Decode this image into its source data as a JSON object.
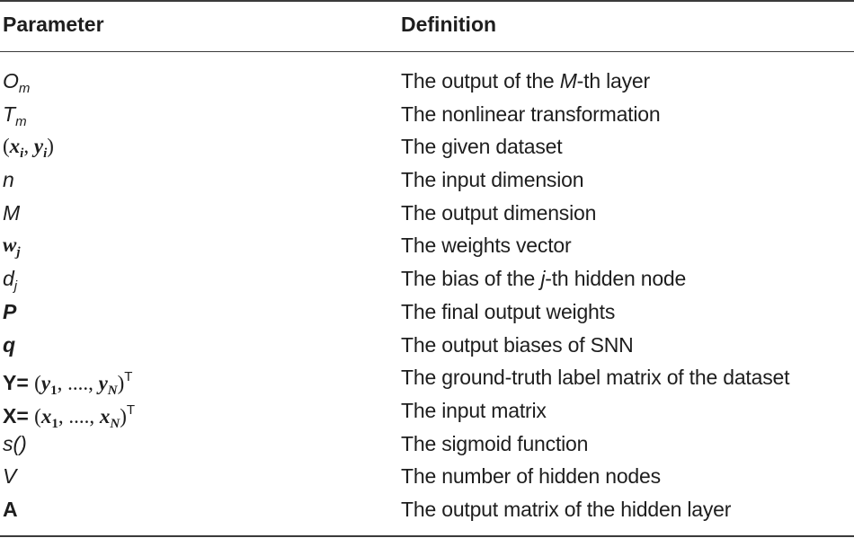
{
  "table": {
    "headers": {
      "parameter": "Parameter",
      "definition": "Definition"
    },
    "rows": [
      {
        "param_main": "O",
        "param_sub": "m",
        "definition": "The output of the M-th layer",
        "def_pre": "The output of the ",
        "def_it": "M",
        "def_post": "-th layer"
      },
      {
        "param_main": "T",
        "param_sub": "m",
        "definition": "The nonlinear transformation"
      },
      {
        "param": "(xi, yi)",
        "param_open": "(",
        "param_x": "x",
        "param_xs": "i",
        "param_comma": ", ",
        "param_y": "y",
        "param_ys": "i",
        "param_close": ")",
        "definition": "The given dataset"
      },
      {
        "param": "n",
        "definition": "The input dimension"
      },
      {
        "param": "M",
        "definition": "The output dimension"
      },
      {
        "param_main": "w",
        "param_sub": "j",
        "definition": "The weights vector"
      },
      {
        "param_main": "d",
        "param_sub": "j",
        "definition": "The bias of the j-th hidden node",
        "def_pre": "The bias of the ",
        "def_it": "j",
        "def_post": "-th hidden node"
      },
      {
        "param": "P",
        "definition": "The final output weights"
      },
      {
        "param": "q",
        "definition": "The output biases of SNN"
      },
      {
        "param_lead": "Y= ",
        "param_open": "(",
        "param_a": "y",
        "param_as": "1",
        "param_mid": ", ...., ",
        "param_b": "y",
        "param_bs": "N",
        "param_close": ")",
        "param_sup": "T",
        "definition": "The ground-truth label matrix of the dataset"
      },
      {
        "param_lead": "X= ",
        "param_open": "(",
        "param_a": "x",
        "param_as": "1",
        "param_mid": ", ...., ",
        "param_b": "x",
        "param_bs": "N",
        "param_close": ")",
        "param_sup": "T",
        "definition": "The input matrix"
      },
      {
        "param": "s()",
        "definition": "The sigmoid function"
      },
      {
        "param": "V",
        "definition": "The number of hidden nodes"
      },
      {
        "param": "A",
        "definition": "The output matrix of the hidden layer"
      }
    ]
  }
}
